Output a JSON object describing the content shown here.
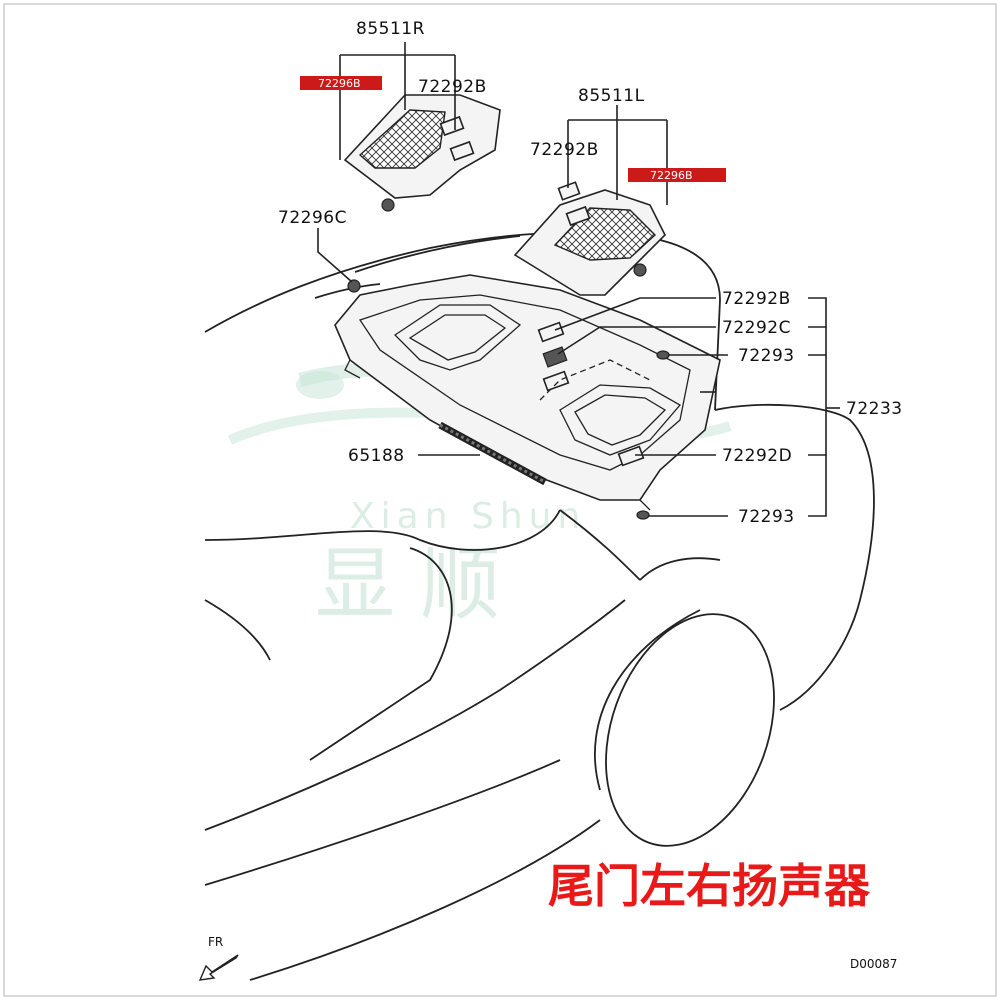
{
  "labels": {
    "l85511R": "85511R",
    "l72292B_r": "72292B",
    "l72296B_r": "72296B",
    "l85511L": "85511L",
    "l72292B_l": "72292B",
    "l72296B_l": "72296B",
    "l72296C": "72296C",
    "l72292B": "72292B",
    "l72292C": "72292C",
    "l72293_a": "72293",
    "l72233": "72233",
    "l65188": "65188",
    "l72292D": "72292D",
    "l72293_b": "72293"
  },
  "watermark": {
    "latin": "Xian Shun",
    "chinese": "显 顺"
  },
  "caption": "尾门左右扬声器",
  "fr": "FR",
  "code": "D00087",
  "colors": {
    "caption": "#e81919",
    "redbar": "#cc1a1a",
    "watermark": "#bfe0cf"
  }
}
